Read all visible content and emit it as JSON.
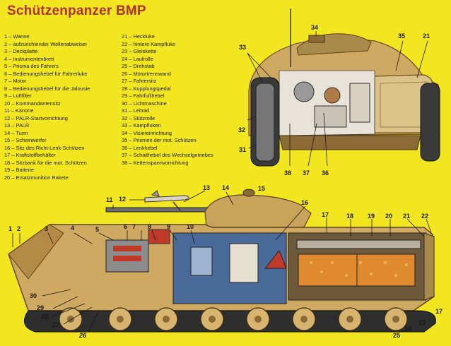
{
  "title": "Schützenpanzer BMP",
  "legend_left": [
    {
      "num": "1",
      "label": "Wanne"
    },
    {
      "num": "2",
      "label": "aufzurichtender Wellenabweiser"
    },
    {
      "num": "3",
      "label": "Deckplatte"
    },
    {
      "num": "4",
      "label": "Instrumentenbrett"
    },
    {
      "num": "5",
      "label": "Prisma des Fahrers"
    },
    {
      "num": "6",
      "label": "Bedienungshebel für Fahrerluke"
    },
    {
      "num": "7",
      "label": "Motor"
    },
    {
      "num": "8",
      "label": "Bedienungshebel für die Jalousie"
    },
    {
      "num": "9",
      "label": "Luftfilter"
    },
    {
      "num": "10",
      "label": "Kommandantensitz"
    },
    {
      "num": "11",
      "label": "Kanone"
    },
    {
      "num": "12",
      "label": "PALR-Startvorrichtung"
    },
    {
      "num": "13",
      "label": "PALR"
    },
    {
      "num": "14",
      "label": "Turm"
    },
    {
      "num": "15",
      "label": "Scheinwerfer"
    },
    {
      "num": "16",
      "label": "Sitz des Richt-Lenk-Schützen"
    },
    {
      "num": "17",
      "label": "Kraftstoffbehälter"
    },
    {
      "num": "18",
      "label": "Sitzbank für die mot. Schützen"
    },
    {
      "num": "19",
      "label": "Batterie"
    },
    {
      "num": "20",
      "label": "Ersatzmunition Rakete"
    }
  ],
  "legend_right": [
    {
      "num": "21",
      "label": "Heckluke"
    },
    {
      "num": "22",
      "label": "hintere Kampfluke"
    },
    {
      "num": "23",
      "label": "Gleiskette"
    },
    {
      "num": "24",
      "label": "Laufrolle"
    },
    {
      "num": "25",
      "label": "Drehstab"
    },
    {
      "num": "26",
      "label": "Motortrennwand"
    },
    {
      "num": "27",
      "label": "Fahrersitz"
    },
    {
      "num": "28",
      "label": "Kupplungspedal"
    },
    {
      "num": "29",
      "label": "Fahrfußhebel"
    },
    {
      "num": "30",
      "label": "Lichtmaschine"
    },
    {
      "num": "31",
      "label": "Leitrad"
    },
    {
      "num": "32",
      "label": "Stützrolle"
    },
    {
      "num": "33",
      "label": "Kampfluken"
    },
    {
      "num": "34",
      "label": "Visiereinrichtung"
    },
    {
      "num": "35",
      "label": "Prismen der mot. Schützen"
    },
    {
      "num": "36",
      "label": "Lenkhebel"
    },
    {
      "num": "37",
      "label": "Schalthebel des Wechselgetriebes"
    },
    {
      "num": "38",
      "label": "Kettenspannvorrichtung"
    }
  ],
  "rear_callouts": [
    "34",
    "35",
    "21",
    "33",
    "32",
    "31",
    "38",
    "37",
    "36"
  ],
  "side_callouts": [
    "13",
    "14",
    "15",
    "12",
    "11",
    "16",
    "17",
    "18",
    "19",
    "20",
    "21",
    "22",
    "1",
    "2",
    "3",
    "4",
    "5",
    "6",
    "7",
    "8",
    "9",
    "10",
    "17",
    "30",
    "29",
    "28",
    "27",
    "26",
    "25",
    "24",
    "23"
  ],
  "colors": {
    "background": "#f2e620",
    "title": "#b0302a",
    "hull_tan": "#cfa861",
    "hull_dark": "#8b6a35",
    "interior_blue": "#4a6a9a",
    "fuel_orange": "#e08a30",
    "track_dark": "#3a3a3a",
    "road_wheel": "#d7b56e",
    "engine_red": "#c03a2a"
  }
}
